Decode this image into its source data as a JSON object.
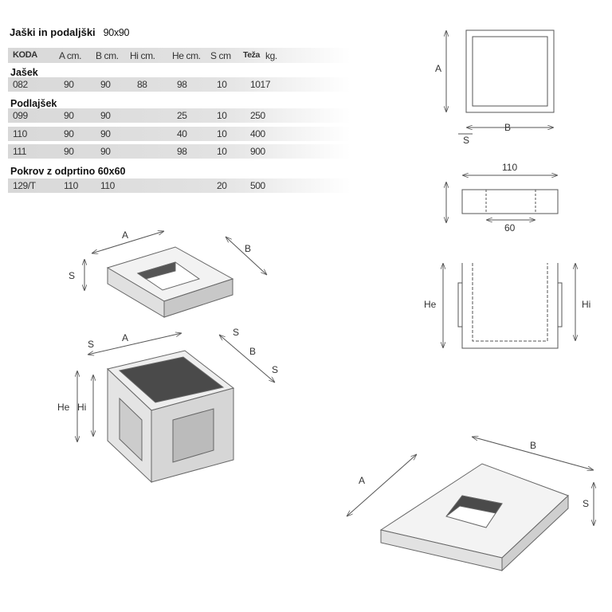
{
  "title": "Jaški in podaljški",
  "size": "90x90",
  "headers": [
    "KODA",
    "A cm.",
    "B cm.",
    "Hi cm.",
    "He cm.",
    "S cm",
    "Teža",
    "kg."
  ],
  "sections": [
    {
      "label": "Jašek",
      "rows": [
        [
          "082",
          "90",
          "90",
          "88",
          "98",
          "10",
          "1017"
        ]
      ]
    },
    {
      "label": "Podlajšek",
      "rows": [
        [
          "099",
          "90",
          "90",
          "",
          "25",
          "10",
          "250"
        ],
        [
          "110",
          "90",
          "90",
          "",
          "40",
          "10",
          "400"
        ],
        [
          "111",
          "90",
          "90",
          "",
          "98",
          "10",
          "900"
        ]
      ]
    },
    {
      "label": "Pokrov z odprtino 60x60",
      "rows": [
        [
          "129/T",
          "110",
          "110",
          "",
          "",
          "20",
          "500"
        ]
      ]
    }
  ],
  "drawing_labels": {
    "A": "A",
    "B": "B",
    "S": "S",
    "He": "He",
    "Hi": "Hi",
    "w110": "110",
    "w60": "60"
  }
}
